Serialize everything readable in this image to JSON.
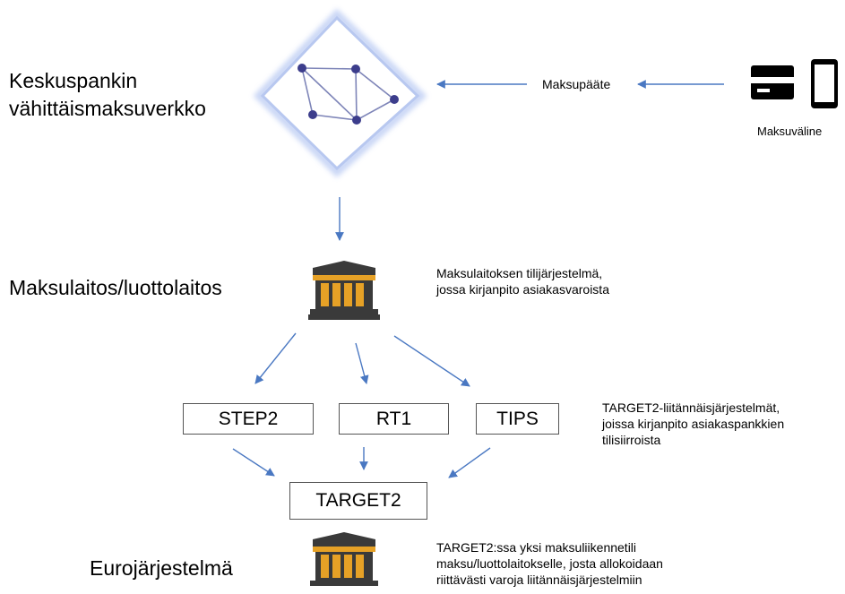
{
  "network": {
    "title_line1": "Keskuspankin",
    "title_line2": "vähittäismaksuverkko"
  },
  "payment": {
    "terminal_label": "Maksupääte",
    "instrument_label": "Maksuväline"
  },
  "institution": {
    "title": "Maksulaitos/luottolaitos",
    "note_line1": "Maksulaitoksen tilijärjestelmä,",
    "note_line2": "jossa kirjanpito  asiakasvaroista"
  },
  "ancillary": {
    "systems": [
      "STEP2",
      "RT1",
      "TIPS"
    ],
    "note_line1": "TARGET2-liitännäisjärjestelmät,",
    "note_line2": "joissa kirjanpito asiakaspankkien",
    "note_line3": "tilisiirroista"
  },
  "target2": {
    "label": "TARGET2"
  },
  "eurosystem": {
    "title": "Eurojärjestelmä",
    "note_line1": "TARGET2:ssa yksi maksuliikennetili",
    "note_line2": "maksu/luottolaitokselle, josta allokoidaan",
    "note_line3": "riittävästi varoja liitännäisjärjestelmiin"
  },
  "colors": {
    "arrow": "#4a78c2",
    "node": "#3c3d8c",
    "bank": "#3a3a3a",
    "diamond_glow": "#9fb6ee"
  },
  "icons": [
    "network-icon",
    "credit-card-icon",
    "smartphone-icon",
    "bank-building-icon"
  ]
}
